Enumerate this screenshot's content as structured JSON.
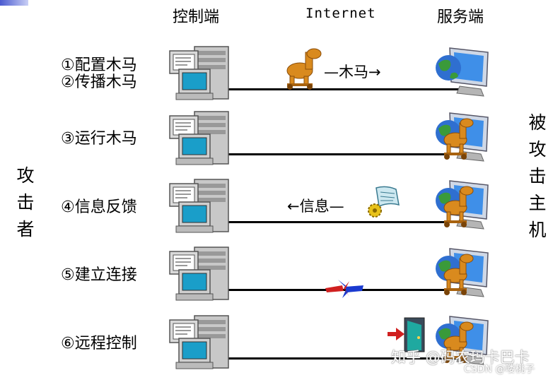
{
  "headers": {
    "client": "控制端",
    "internet": "Internet",
    "server": "服务端"
  },
  "left_label": [
    "攻",
    "击",
    "者"
  ],
  "right_label": [
    "被",
    "攻",
    "击",
    "主",
    "机"
  ],
  "steps": [
    "①配置木马",
    "②传播木马",
    "③运行木马",
    "④信息反馈",
    "⑤建立连接",
    "⑥远程控制"
  ],
  "arrows": {
    "trojan_send": "—木马→",
    "info_back": "←信息—"
  },
  "watermark": {
    "main": "知乎 @码农玛卡巴卡",
    "sub": "CSDN @喽桃子"
  },
  "colors": {
    "screen": "#1a9ec9",
    "tower": "#bdbdbd",
    "trojan": "#d98a1e",
    "globe_green": "#3a9a3a",
    "globe_blue": "#2f6fd0"
  }
}
